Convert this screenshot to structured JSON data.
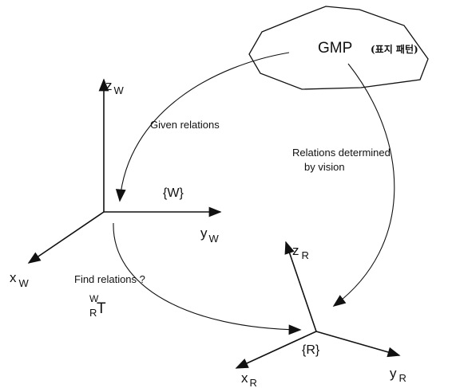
{
  "world_frame": {
    "label": "{W}",
    "x_axis": {
      "base": "x",
      "sub": "W"
    },
    "y_axis": {
      "base": "y",
      "sub": "W"
    },
    "z_axis": {
      "base": "z",
      "sub": "W"
    }
  },
  "robot_frame": {
    "label": "{R}",
    "x_axis": {
      "base": "x",
      "sub": "R"
    },
    "y_axis": {
      "base": "y",
      "sub": "R"
    },
    "z_axis": {
      "base": "z",
      "sub": "R"
    }
  },
  "landmark": {
    "label": "GMP",
    "korean_label": "(표지 패턴)"
  },
  "relations": {
    "given": "Given relations",
    "vision_line1": "Relations determined",
    "vision_line2": "by vision",
    "find": "Find relations ?"
  },
  "transform": {
    "symbol": "T",
    "superscript": "W",
    "subscript": "R"
  },
  "colors": {
    "ink": "#111111",
    "background": "#ffffff"
  }
}
